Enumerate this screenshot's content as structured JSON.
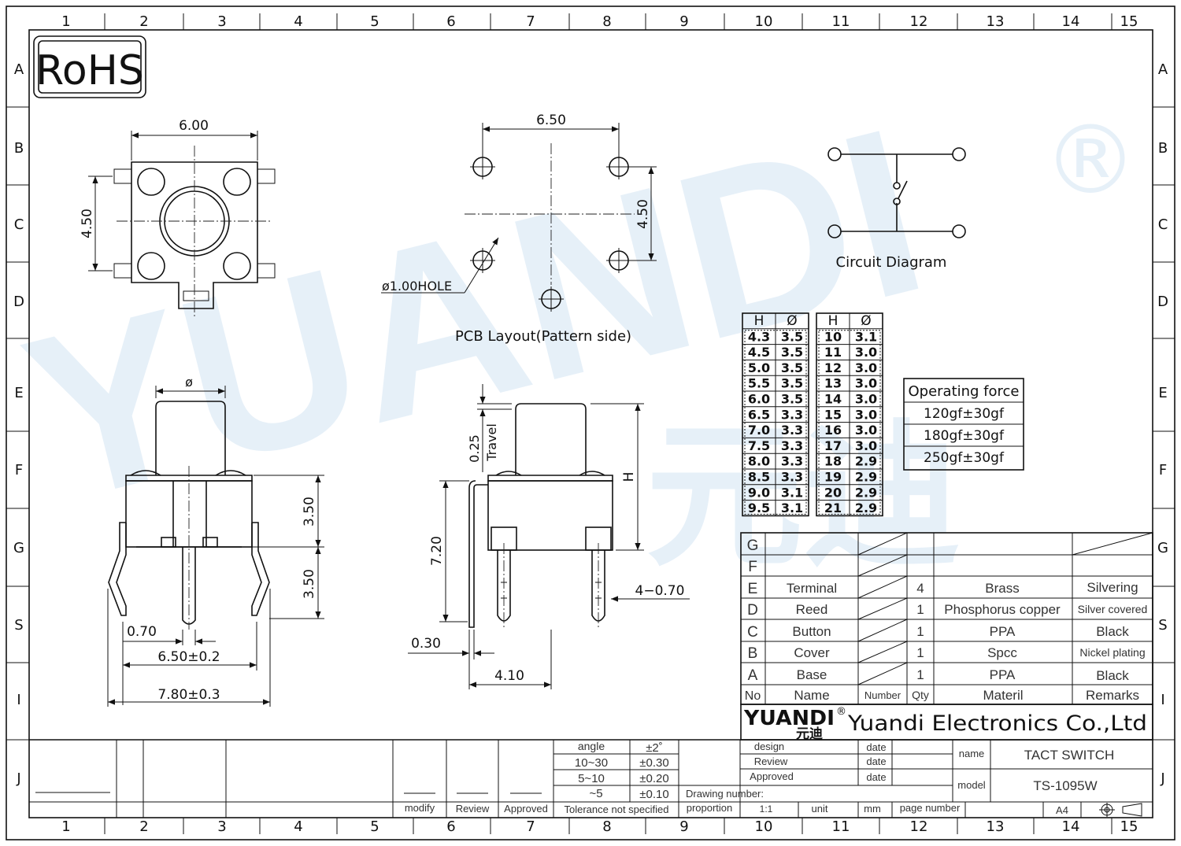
{
  "grid": {
    "cols": [
      "1",
      "2",
      "3",
      "4",
      "5",
      "6",
      "7",
      "8",
      "9",
      "10",
      "11",
      "12",
      "13",
      "14",
      "15"
    ],
    "rows": [
      "A",
      "B",
      "C",
      "D",
      "E",
      "F",
      "G",
      "S",
      "I",
      "J"
    ]
  },
  "rohs": "RoHS",
  "top_view": {
    "width": "6.00",
    "height": "4.50"
  },
  "pcb": {
    "pitch_x": "6.50",
    "pitch_y": "4.50",
    "hole": "ø1.00HOLE",
    "caption": "PCB Layout(Pattern side)"
  },
  "circuit": {
    "caption": "Circuit  Diagram"
  },
  "front_view": {
    "dia": "ø",
    "h1": "3.50",
    "h2": "3.50",
    "lead": "0.70",
    "pitch": "6.50±0.2",
    "overall": "7.80±0.3"
  },
  "side_view": {
    "travel": "0.25",
    "travel_label": "Travel",
    "h": "H",
    "total": "7.20",
    "pin": "4−0.70",
    "thick": "0.30",
    "depth": "4.10"
  },
  "h_table_left": {
    "headers": [
      "H",
      "Ø"
    ],
    "rows": [
      [
        "4.3",
        "3.5"
      ],
      [
        "4.5",
        "3.5"
      ],
      [
        "5.0",
        "3.5"
      ],
      [
        "5.5",
        "3.5"
      ],
      [
        "6.0",
        "3.5"
      ],
      [
        "6.5",
        "3.3"
      ],
      [
        "7.0",
        "3.3"
      ],
      [
        "7.5",
        "3.3"
      ],
      [
        "8.0",
        "3.3"
      ],
      [
        "8.5",
        "3.3"
      ],
      [
        "9.0",
        "3.1"
      ],
      [
        "9.5",
        "3.1"
      ]
    ]
  },
  "h_table_right": {
    "headers": [
      "H",
      "Ø"
    ],
    "rows": [
      [
        "10",
        "3.1"
      ],
      [
        "11",
        "3.0"
      ],
      [
        "12",
        "3.0"
      ],
      [
        "13",
        "3.0"
      ],
      [
        "14",
        "3.0"
      ],
      [
        "15",
        "3.0"
      ],
      [
        "16",
        "3.0"
      ],
      [
        "17",
        "3.0"
      ],
      [
        "18",
        "2.9"
      ],
      [
        "19",
        "2.9"
      ],
      [
        "20",
        "2.9"
      ],
      [
        "21",
        "2.9"
      ]
    ]
  },
  "force": {
    "title": "Operating force",
    "values": [
      "120gf±30gf",
      "180gf±30gf",
      "250gf±30gf"
    ]
  },
  "bom": {
    "rows": [
      {
        "no": "G",
        "name": "",
        "qty": "",
        "mat": "",
        "rem": ""
      },
      {
        "no": "F",
        "name": "",
        "qty": "",
        "mat": "",
        "rem": ""
      },
      {
        "no": "E",
        "name": "Terminal",
        "qty": "4",
        "mat": "Brass",
        "rem": "Silvering"
      },
      {
        "no": "D",
        "name": "Reed",
        "qty": "1",
        "mat": "Phosphorus copper",
        "rem": "Silver covered"
      },
      {
        "no": "C",
        "name": "Button",
        "qty": "1",
        "mat": "PPA",
        "rem": "Black"
      },
      {
        "no": "B",
        "name": "Cover",
        "qty": "1",
        "mat": "Spcc",
        "rem": "Nickel plating"
      },
      {
        "no": "A",
        "name": "Base",
        "qty": "1",
        "mat": "PPA",
        "rem": "Black"
      }
    ],
    "headers": {
      "no": "No",
      "name": "Name",
      "number": "Number",
      "qty": "Qty",
      "mat": "Materil",
      "rem": "Remarks"
    }
  },
  "logo": {
    "brand": "YUANDI",
    "reg": "®",
    "cn": "元迪"
  },
  "company": "Yuandi Electronics Co.,Ltd",
  "tolerance": {
    "rows": [
      [
        "angle",
        "±2˚"
      ],
      [
        "10~30",
        "±0.30"
      ],
      [
        "5~10",
        "±0.20"
      ],
      [
        "~5",
        "±0.10"
      ]
    ],
    "label": "Tolerance not specified"
  },
  "sign": {
    "modify": "modify",
    "review": "Review",
    "approved": "Approved"
  },
  "title_block": {
    "design": "design",
    "review": "Review",
    "approved": "Approved",
    "date": "date",
    "drawing_number": "Drawing number:",
    "proportion": "proportion",
    "scale": "1:1",
    "unit": "unit",
    "unit_value": "mm",
    "page_number": "page number",
    "name_label": "name",
    "name": "TACT SWITCH",
    "model_label": "model",
    "model": "TS-1095W",
    "size": "A4"
  },
  "watermark": {
    "text": "YUANDI",
    "cn": "元迪",
    "reg": "®"
  }
}
